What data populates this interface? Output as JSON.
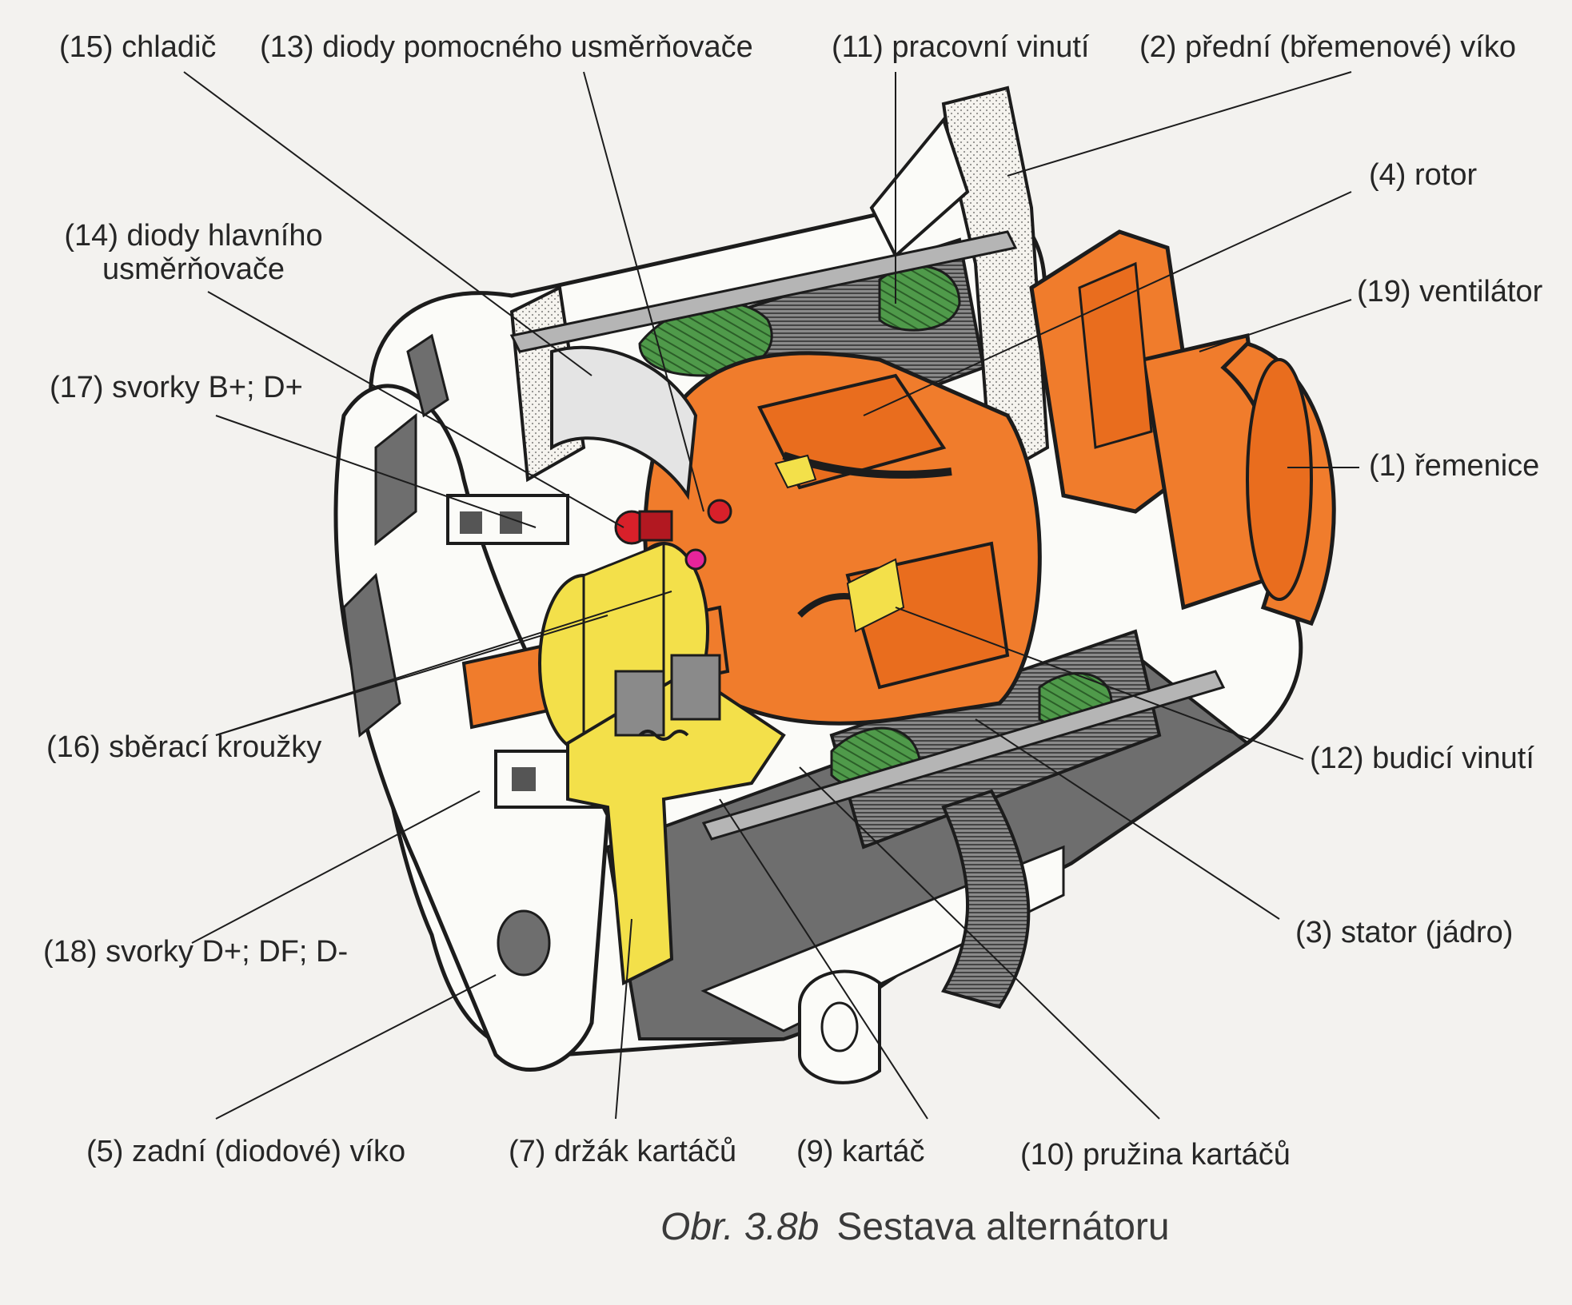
{
  "labels": {
    "l15": "(15) chladič",
    "l13": "(13) diody pomocného usměrňovače",
    "l11": "(11) pracovní vinutí",
    "l2": "(2) přední (břemenové) víko",
    "l4": "(4) rotor",
    "l14": "(14) diody hlavního usměrňovače",
    "l19": "(19) ventilátor",
    "l17": "(17) svorky B+; D+",
    "l1": "(1) řemenice",
    "l16": "(16) sběrací kroužky",
    "l12": "(12) budicí vinutí",
    "l18": "(18) svorky D+; DF; D-",
    "l3": "(3) stator (jádro)",
    "l5": "(5) zadní (diodové) víko",
    "l7": "(7) držák kartáčů",
    "l9": "(9) kartáč",
    "l10": "(10) pružina kartáčů"
  },
  "caption": {
    "number": "Obr. 3.8b",
    "title": "Sestava alternátoru"
  },
  "colors": {
    "rotor_orange": "#f07c2c",
    "ring_yellow": "#f3e04a",
    "winding_green": "#4f9a4a",
    "diode_red": "#d8202a",
    "housing_white": "#fbfbf8",
    "shade_gray": "#6e6e6e",
    "line": "#1c1c1c"
  }
}
